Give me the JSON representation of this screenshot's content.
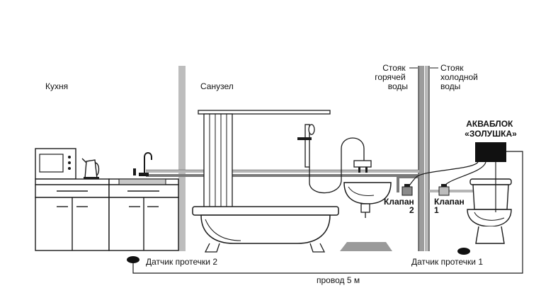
{
  "rooms": {
    "kitchen": "Кухня",
    "bathroom": "Санузел"
  },
  "risers": {
    "hot": [
      "Стояк",
      "горячей",
      "воды"
    ],
    "cold": [
      "Стояк",
      "холодной",
      "воды"
    ]
  },
  "device": {
    "name_line1": "АКВАБЛОК",
    "name_line2": "«ЗОЛУШКА»"
  },
  "valves": {
    "valve2": [
      "Клапан",
      "2"
    ],
    "valve1": [
      "Клапан",
      "1"
    ]
  },
  "sensors": {
    "sensor2": "Датчик протечки 2",
    "sensor1": "Датчик протечки 1"
  },
  "wire": "провод 5 м",
  "colors": {
    "pipe": "#b5b5b5",
    "outline": "#1a1a1a",
    "device": "#111111",
    "floor_mat": "#9a9a9a"
  }
}
